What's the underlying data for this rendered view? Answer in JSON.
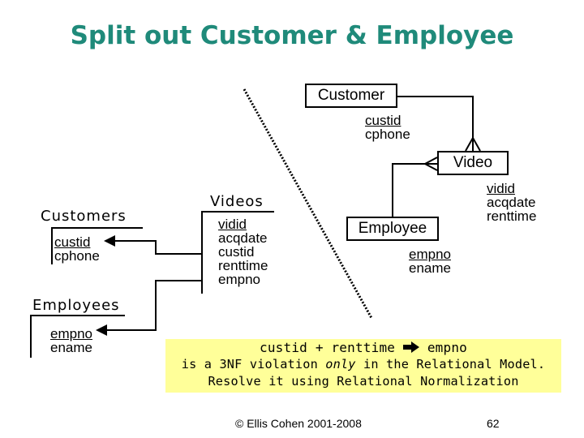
{
  "title": "Split out Customer & Employee",
  "er": {
    "customer": {
      "name": "Customer",
      "attributes": [
        "custid",
        "cphone"
      ]
    },
    "video": {
      "name": "Video",
      "attributes": [
        "vidid",
        "acqdate",
        "renttime"
      ]
    },
    "employee": {
      "name": "Employee",
      "attributes": [
        "empno",
        "ename"
      ]
    }
  },
  "relational": {
    "customers": {
      "name": "Customers",
      "attributes": [
        "custid",
        "cphone"
      ]
    },
    "videos": {
      "name": "Videos",
      "attributes": [
        "vidid",
        "acqdate",
        "custid",
        "renttime",
        "empno"
      ]
    },
    "employees": {
      "name": "Employees",
      "attributes": [
        "empno",
        "ename"
      ]
    }
  },
  "note": {
    "line1_left": "custid + renttime",
    "line1_right": "empno",
    "line2_before": "is a 3NF violation",
    "line2_emph": "only",
    "line2_after": "in the Relational Model.",
    "line3": "Resolve it using Relational Normalization"
  },
  "footer": {
    "copyright": "© Ellis Cohen 2001-2008",
    "page": "62"
  },
  "colors": {
    "title": "#1f8a7a",
    "note_bg": "#ffff99"
  }
}
